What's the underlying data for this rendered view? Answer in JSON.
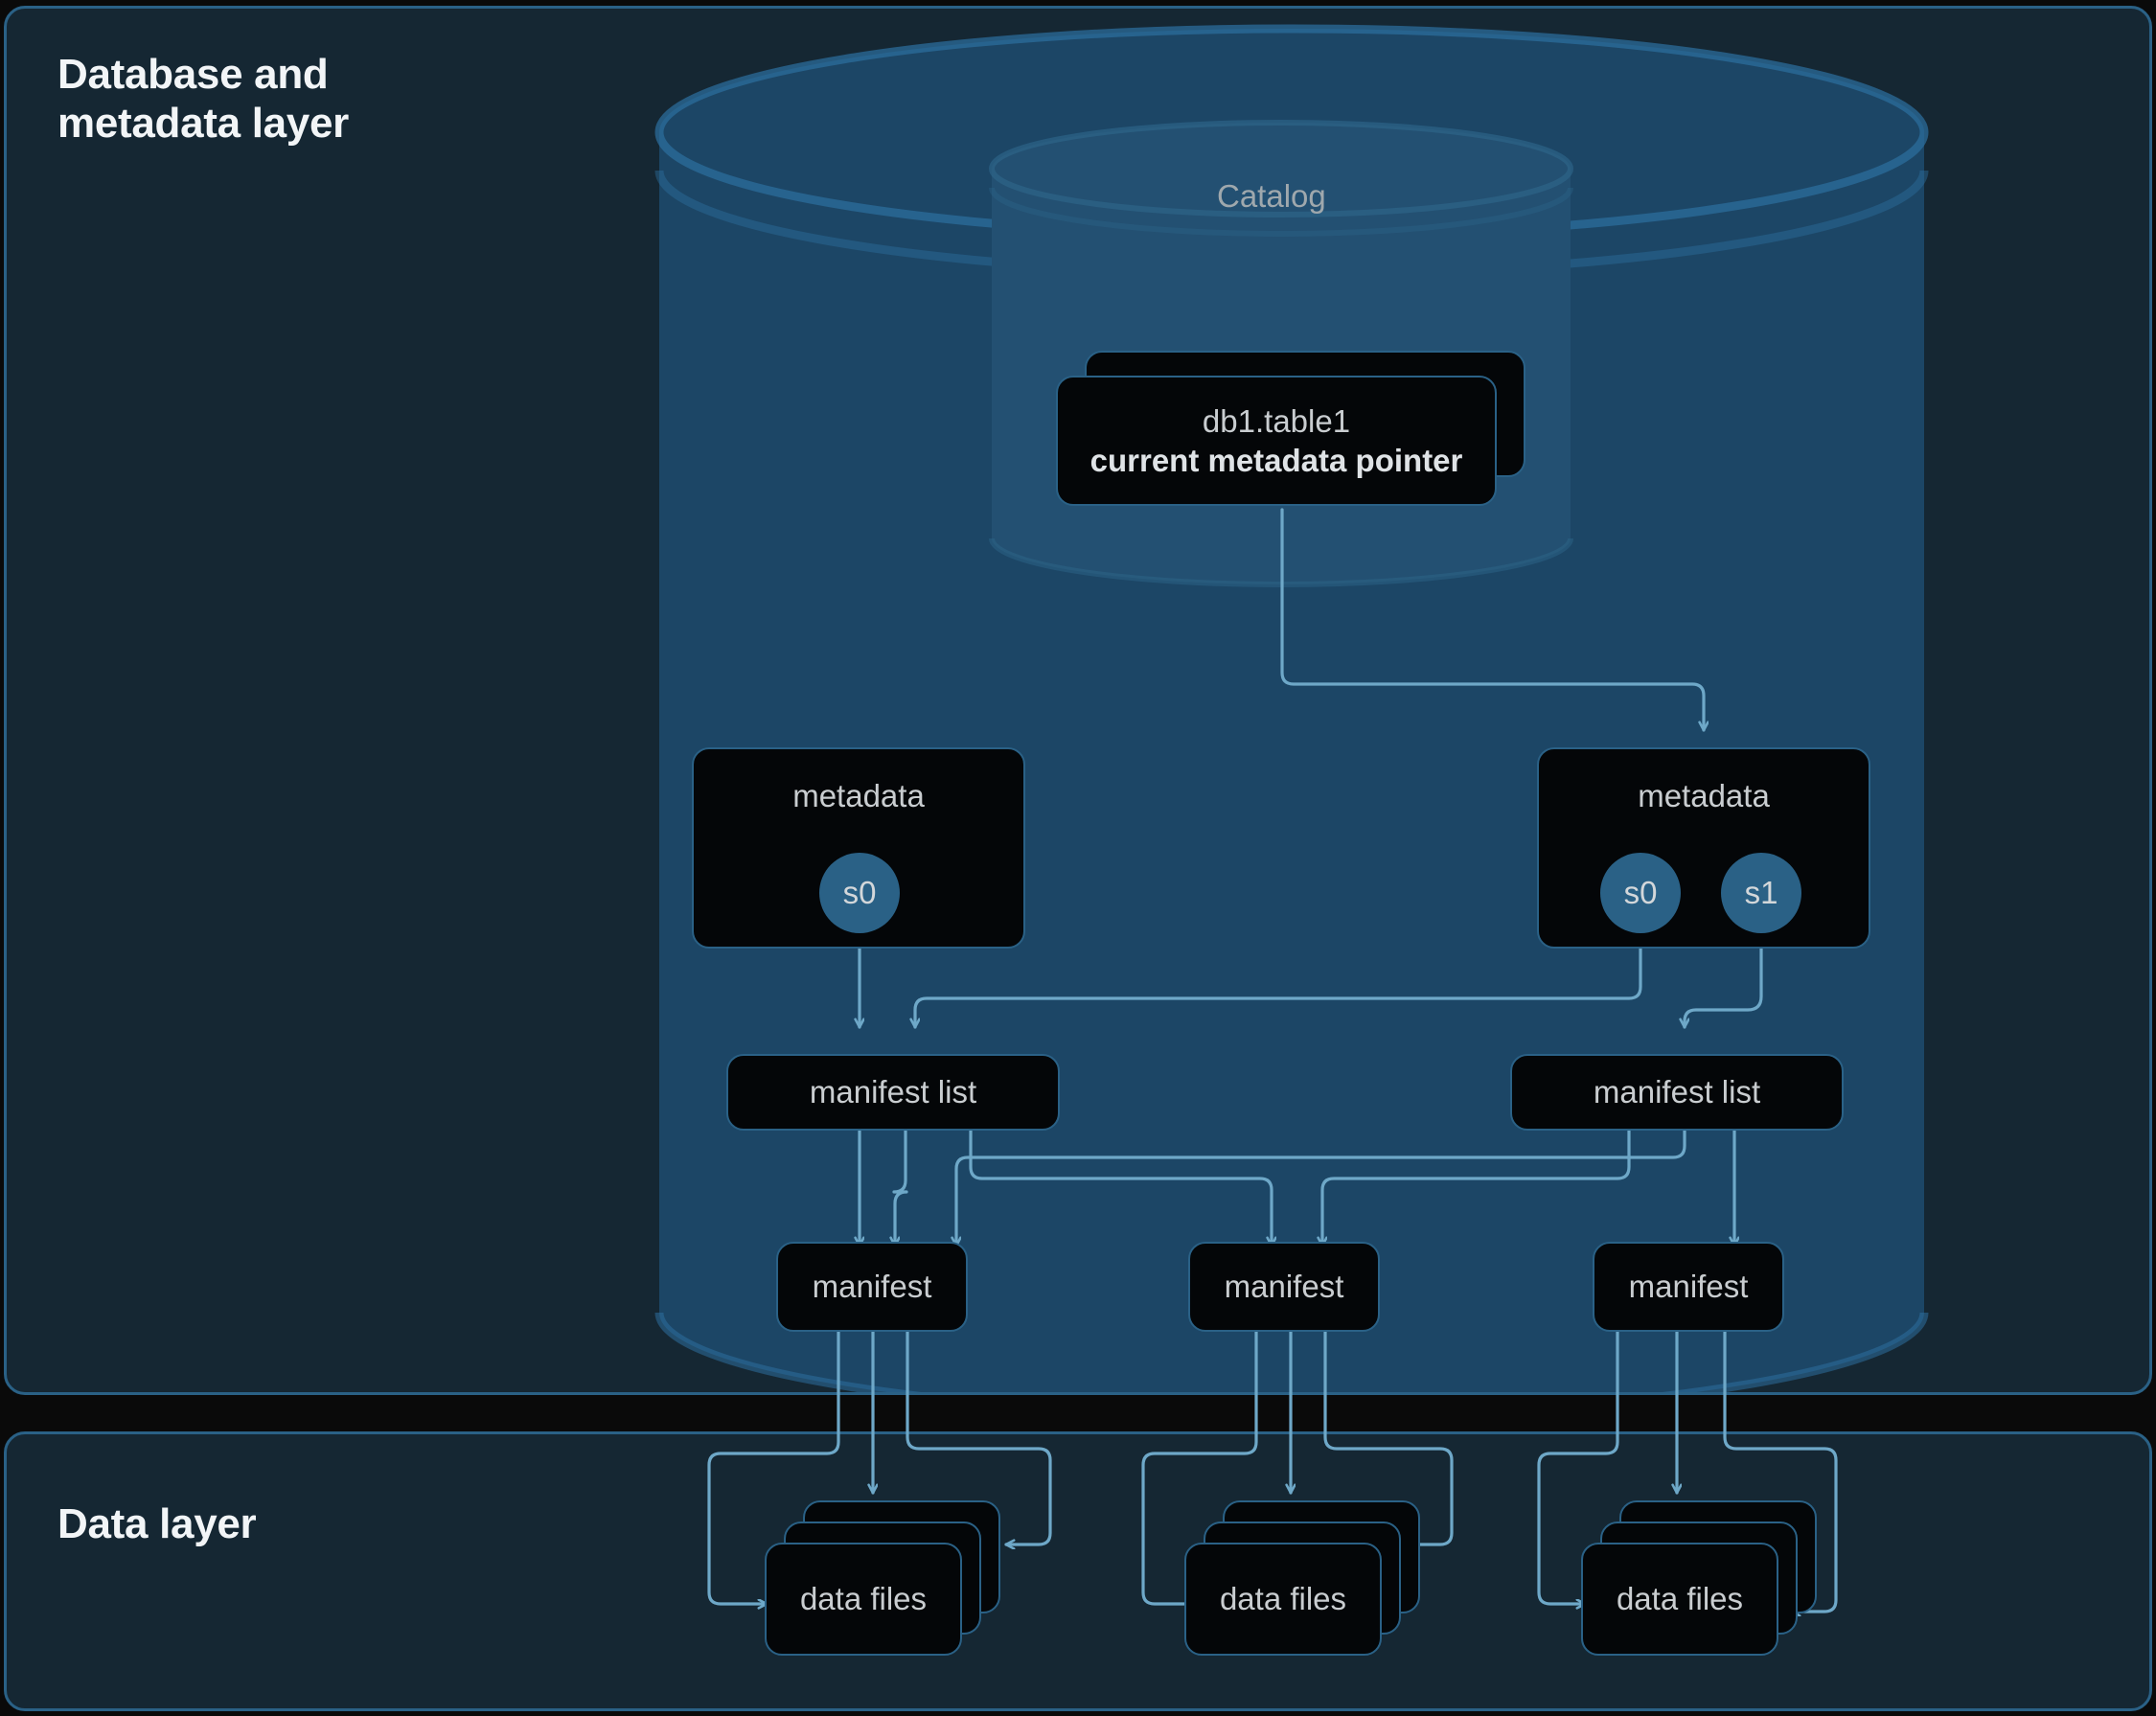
{
  "panels": {
    "metadata_layer": {
      "title": "Database and\nmetadata layer"
    },
    "data_layer": {
      "title": "Data layer"
    }
  },
  "catalog": {
    "label": "Catalog",
    "table_entry": {
      "name": "db1.table1",
      "pointer": "current metadata pointer"
    }
  },
  "metadata_nodes": [
    {
      "label": "metadata",
      "snapshots": [
        "s0"
      ]
    },
    {
      "label": "metadata",
      "snapshots": [
        "s0",
        "s1"
      ]
    }
  ],
  "manifest_lists": [
    {
      "label": "manifest list"
    },
    {
      "label": "manifest list"
    }
  ],
  "manifests": [
    {
      "label": "manifest"
    },
    {
      "label": "manifest"
    },
    {
      "label": "manifest"
    }
  ],
  "data_file_groups": [
    {
      "label": "data files",
      "stack_count": 3
    },
    {
      "label": "data files",
      "stack_count": 3
    },
    {
      "label": "data files",
      "stack_count": 3
    }
  ],
  "colors": {
    "page_background": "#0a0a0a",
    "panel_background": "#152733",
    "panel_border": "#2a6186",
    "cylinder_body": "#1c4666",
    "cylinder_inner": "#235072",
    "node_background": "#040608",
    "accent": "#2a6186",
    "connector": "#6ea8c8",
    "text_primary": "#f2f5f7",
    "text_secondary": "#c9cdd0",
    "text_muted": "#9fa8ad"
  }
}
